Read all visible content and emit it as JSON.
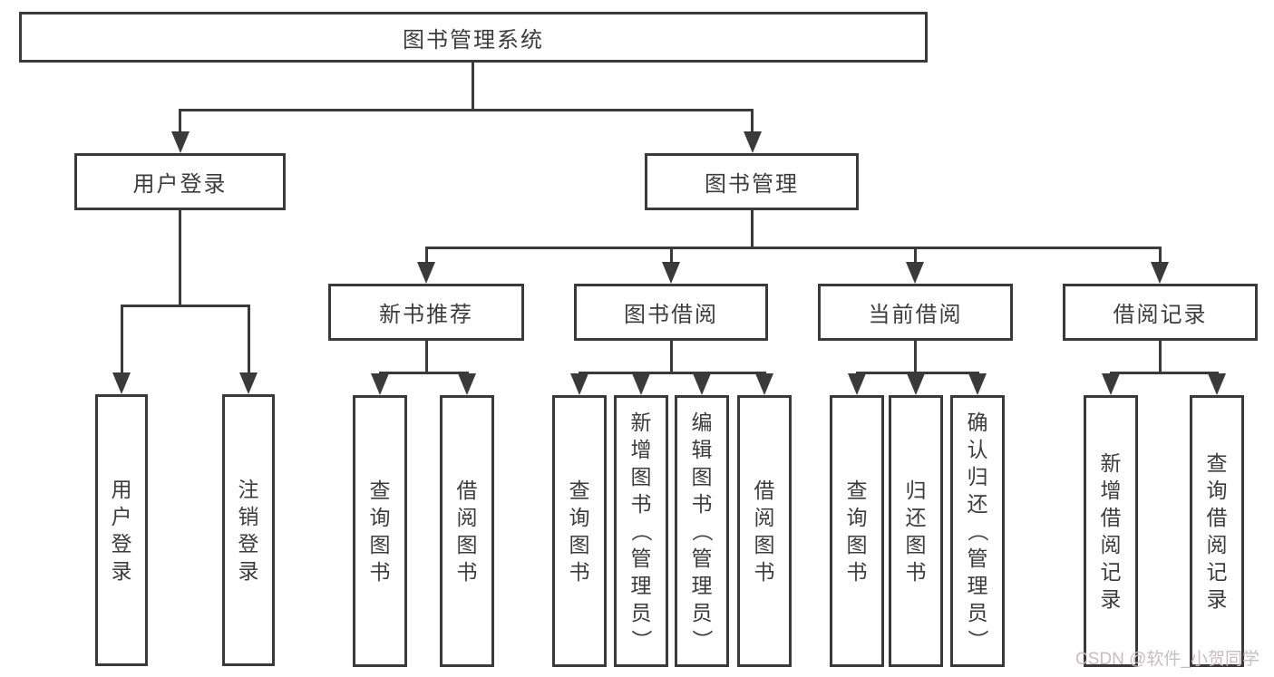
{
  "colors": {
    "line": "#3a3a3a",
    "text": "#3c3c3c",
    "watermark": "#c6bdc0"
  },
  "tree": {
    "root": "图书管理系统",
    "branches": [
      {
        "label": "用户登录",
        "children": [
          "用户登录",
          "注销登录"
        ]
      },
      {
        "label": "图书管理",
        "children": [
          {
            "label": "新书推荐",
            "children": [
              "查询图书",
              "借阅图书"
            ]
          },
          {
            "label": "图书借阅",
            "children": [
              "查询图书",
              "新增图书（管理员）",
              "编辑图书（管理员）",
              "借阅图书"
            ]
          },
          {
            "label": "当前借阅",
            "children": [
              "查询图书",
              "归还图书",
              "确认归还（管理员）"
            ]
          },
          {
            "label": "借阅记录",
            "children": [
              "新增借阅记录",
              "查询借阅记录"
            ]
          }
        ]
      }
    ]
  },
  "watermark": "CSDN @软件_小贺同学"
}
